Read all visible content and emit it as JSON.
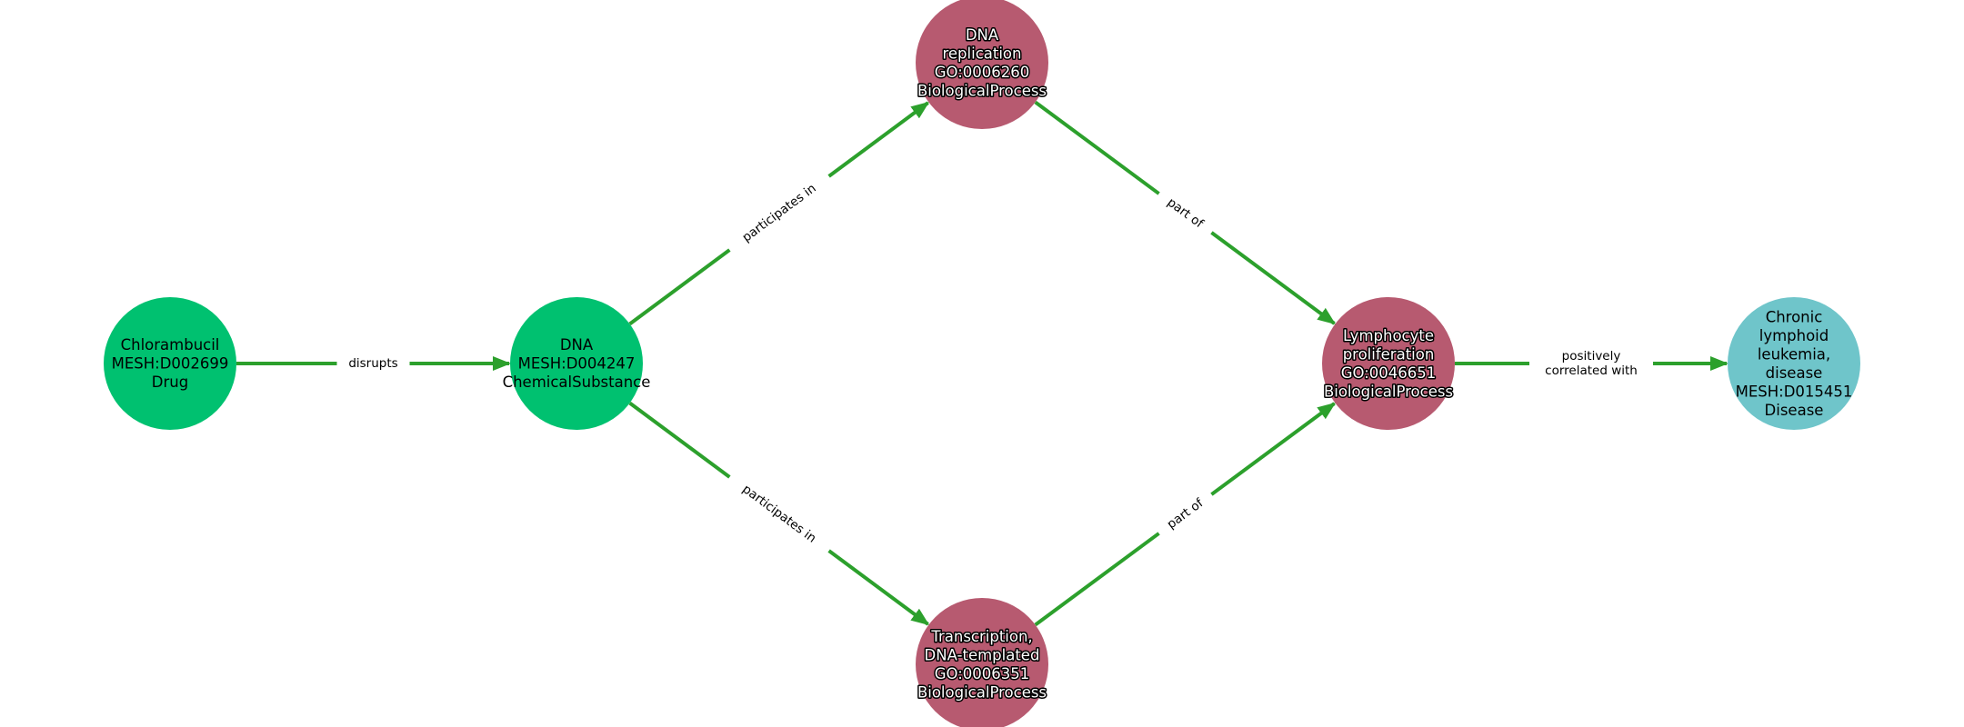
{
  "colors": {
    "edge": "#2ca02c",
    "chemical": "#00c170",
    "process": "#b75a70",
    "disease": "#6fc5ca"
  },
  "nodes": [
    {
      "id": "chlorambucil",
      "lines": [
        "Chlorambucil",
        "MESH:D002699",
        "Drug"
      ],
      "type": "chemical"
    },
    {
      "id": "dna",
      "lines": [
        "DNA",
        "MESH:D004247",
        "ChemicalSubstance"
      ],
      "type": "chemical"
    },
    {
      "id": "dna-replication",
      "lines": [
        "DNA",
        "replication",
        "GO:0006260",
        "BiologicalProcess"
      ],
      "type": "process"
    },
    {
      "id": "transcription",
      "lines": [
        "Transcription,",
        "DNA-templated",
        "GO:0006351",
        "BiologicalProcess"
      ],
      "type": "process"
    },
    {
      "id": "lymphocyte-proliferation",
      "lines": [
        "Lymphocyte",
        "proliferation",
        "GO:0046651",
        "BiologicalProcess"
      ],
      "type": "process"
    },
    {
      "id": "cll",
      "lines": [
        "Chronic",
        "lymphoid",
        "leukemia,",
        "disease",
        "MESH:D015451",
        "Disease"
      ],
      "type": "disease"
    }
  ],
  "edges": [
    {
      "from": "chlorambucil",
      "to": "dna",
      "label": [
        "disrupts"
      ]
    },
    {
      "from": "dna",
      "to": "dna-replication",
      "label": [
        "participates in"
      ]
    },
    {
      "from": "dna",
      "to": "transcription",
      "label": [
        "participates in"
      ]
    },
    {
      "from": "dna-replication",
      "to": "lymphocyte-proliferation",
      "label": [
        "part of"
      ]
    },
    {
      "from": "transcription",
      "to": "lymphocyte-proliferation",
      "label": [
        "part of"
      ]
    },
    {
      "from": "lymphocyte-proliferation",
      "to": "cll",
      "label": [
        "positively",
        "correlated with"
      ]
    }
  ]
}
